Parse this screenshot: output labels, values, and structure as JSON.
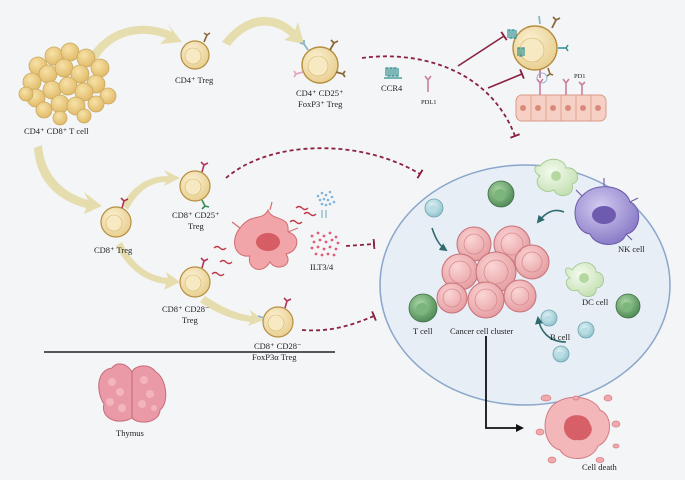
{
  "labels": {
    "double_positive": "CD4⁺ CD8⁺ T cell",
    "cd4_treg": "CD4⁺ Treg",
    "cd4_cd25_line1": "CD4⁺ CD25⁺",
    "cd4_cd25_line2": "FoxP3⁺ Treg",
    "ccr4": "CCR4",
    "pdl1": "PDL1",
    "pd1": "PD1",
    "cd8_treg": "CD8⁺ Treg",
    "cd8_cd25_line1": "CD8⁺ CD25⁺",
    "cd8_cd25_line2": "Treg",
    "ilt": "ILT3/4",
    "cd8_cd28_line1": "CD8⁺ CD28⁻",
    "cd8_cd28_line2": "Treg",
    "cd8_foxp3_line1": "CD8⁺ CD28⁻",
    "cd8_foxp3_line2": "FoxP3α Treg",
    "thymus": "Thymus",
    "t_cell": "T cell",
    "cancer_cluster": "Cancer cell cluster",
    "nk_cell": "NK cell",
    "dc_cell": "DC cell",
    "b_cell": "B cell",
    "cell_death": "Cell death"
  },
  "colors": {
    "background": "#f3f5f6",
    "tumor_circle": "#e6edf5",
    "tumor_border": "#7f9cc4",
    "treg_fill": "#f2e0b3",
    "arrow_gold": "#e3d9a8",
    "inhibit_line": "#8a2240",
    "cancer": "#f0b3b5",
    "t_cell": "#5f9a63",
    "nk_cell": "#9c8fd0",
    "dc_cell": "#d6ecc6",
    "b_cell": "#a8d4dc",
    "thymus": "#e69aa4"
  }
}
